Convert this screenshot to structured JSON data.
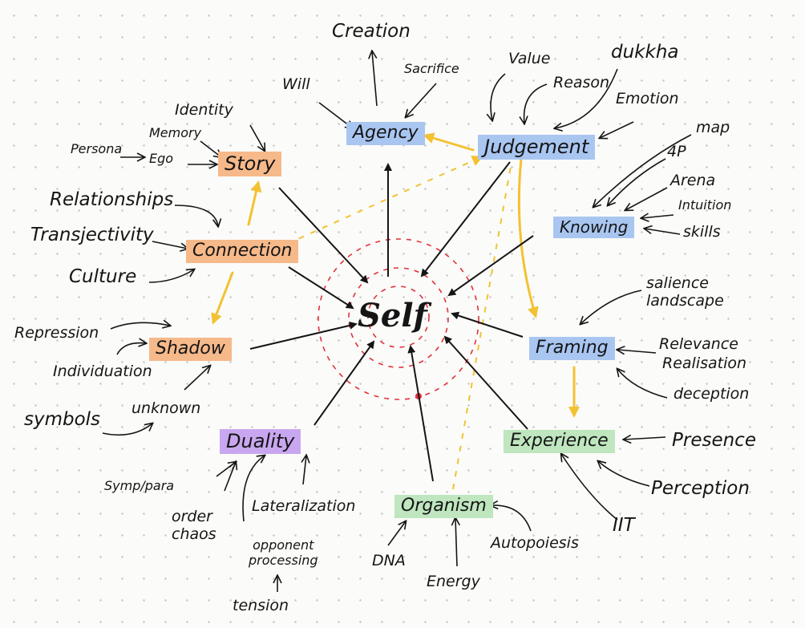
{
  "center": "Self",
  "colors": {
    "blue": "#a9c6f1",
    "orange": "#f6b98a",
    "green": "#bfe6bf",
    "purple": "#c9a7f0",
    "yellow_arrow": "#f3c232",
    "ink": "#151515",
    "red_circle": "#e0323a"
  },
  "nodes": {
    "agency": "Agency",
    "judgement": "Judgement",
    "story": "Story",
    "knowing": "Knowing",
    "connection": "Connection",
    "shadow": "Shadow",
    "framing": "Framing",
    "duality": "Duality",
    "experience": "Experience",
    "organism": "Organism"
  },
  "labels": {
    "creation": "Creation",
    "will": "Will",
    "sacrifice": "Sacrifice",
    "value": "Value",
    "dukkha": "dukkha",
    "reason": "Reason",
    "emotion": "Emotion",
    "identity": "Identity",
    "memory": "Memory",
    "persona": "Persona",
    "ego": "Ego",
    "map": "map",
    "four_p": "4P",
    "arena": "Arena",
    "intuition": "Intuition",
    "skills": "skills",
    "relationships": "Relationships",
    "transjectivity": "Transjectivity",
    "culture": "Culture",
    "salience": "salience",
    "landscape": "landscape",
    "repression": "Repression",
    "individuation": "Individuation",
    "relevance": "Relevance",
    "realisation": "Realisation",
    "deception": "deception",
    "symbols": "symbols",
    "unknown": "unknown",
    "presence": "Presence",
    "symp_para": "Symp/para",
    "order_chaos": "order\nchaos",
    "lateralization": "Lateralization",
    "perception": "Perception",
    "iit": "IIT",
    "opponent_processing": "opponent\nprocessing",
    "dna": "DNA",
    "autopoiesis": "Autopoiesis",
    "energy": "Energy",
    "tension": "tension"
  }
}
